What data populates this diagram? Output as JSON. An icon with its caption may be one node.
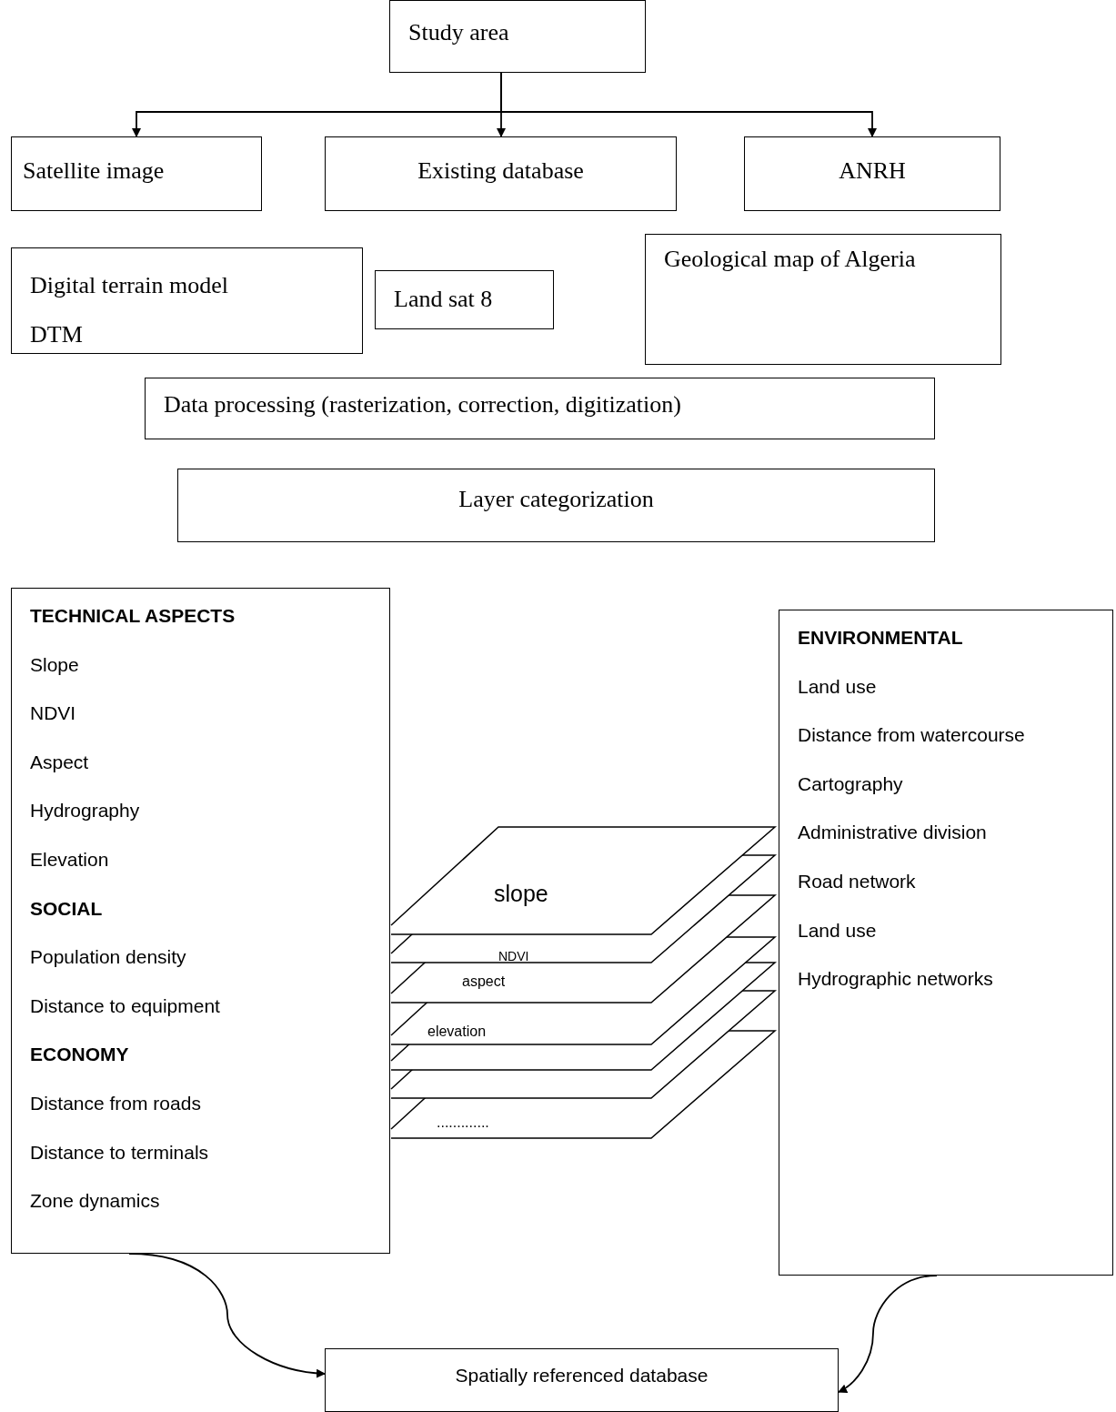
{
  "diagram": {
    "nodes": [
      {
        "text": [
          "Study area"
        ]
      },
      {
        "text": [
          "Satellite image"
        ]
      },
      {
        "text": [
          "Existing database"
        ]
      },
      {
        "text": [
          "ANRH"
        ]
      },
      {
        "text": [
          "Digital terrain model DTM"
        ]
      },
      {
        "text": [
          "Land sat 8"
        ]
      },
      {
        "text": [
          "Geological map of Algeria"
        ]
      },
      {
        "text": [
          "Data processing (rasterization, correction, digitization)"
        ]
      },
      {
        "text": [
          "Layer categorization"
        ]
      },
      {
        "text": [
          "TECHNICAL ASPECTS",
          "Slope",
          "NDVI",
          "Aspect",
          "Hydrography",
          "Elevation",
          "SOCIAL",
          "Population density",
          "Distance to equipment",
          "ECONOMY",
          "Distance from roads",
          "Distance to terminals",
          "Zone dynamics"
        ]
      },
      {
        "text": [
          "ENVIRONMENTAL",
          "Land use",
          "Distance from watercourse",
          "Cartography",
          "Administrative division",
          "Road network",
          "Land use",
          "Hydrographic networks"
        ]
      },
      {
        "text": [
          "Spatially referenced database"
        ]
      }
    ],
    "edges": [
      {
        "from": 0,
        "to": 1,
        "arrow": "to"
      },
      {
        "from": 0,
        "to": 2,
        "arrow": "to"
      },
      {
        "from": 0,
        "to": 3,
        "arrow": "to"
      },
      {
        "from": 9,
        "to": 11,
        "arrow": "to"
      },
      {
        "from": 10,
        "to": 11,
        "arrow": "to"
      }
    ],
    "labels": [
      "slope",
      "NDVI",
      "aspect",
      "elevation",
      "............."
    ]
  }
}
